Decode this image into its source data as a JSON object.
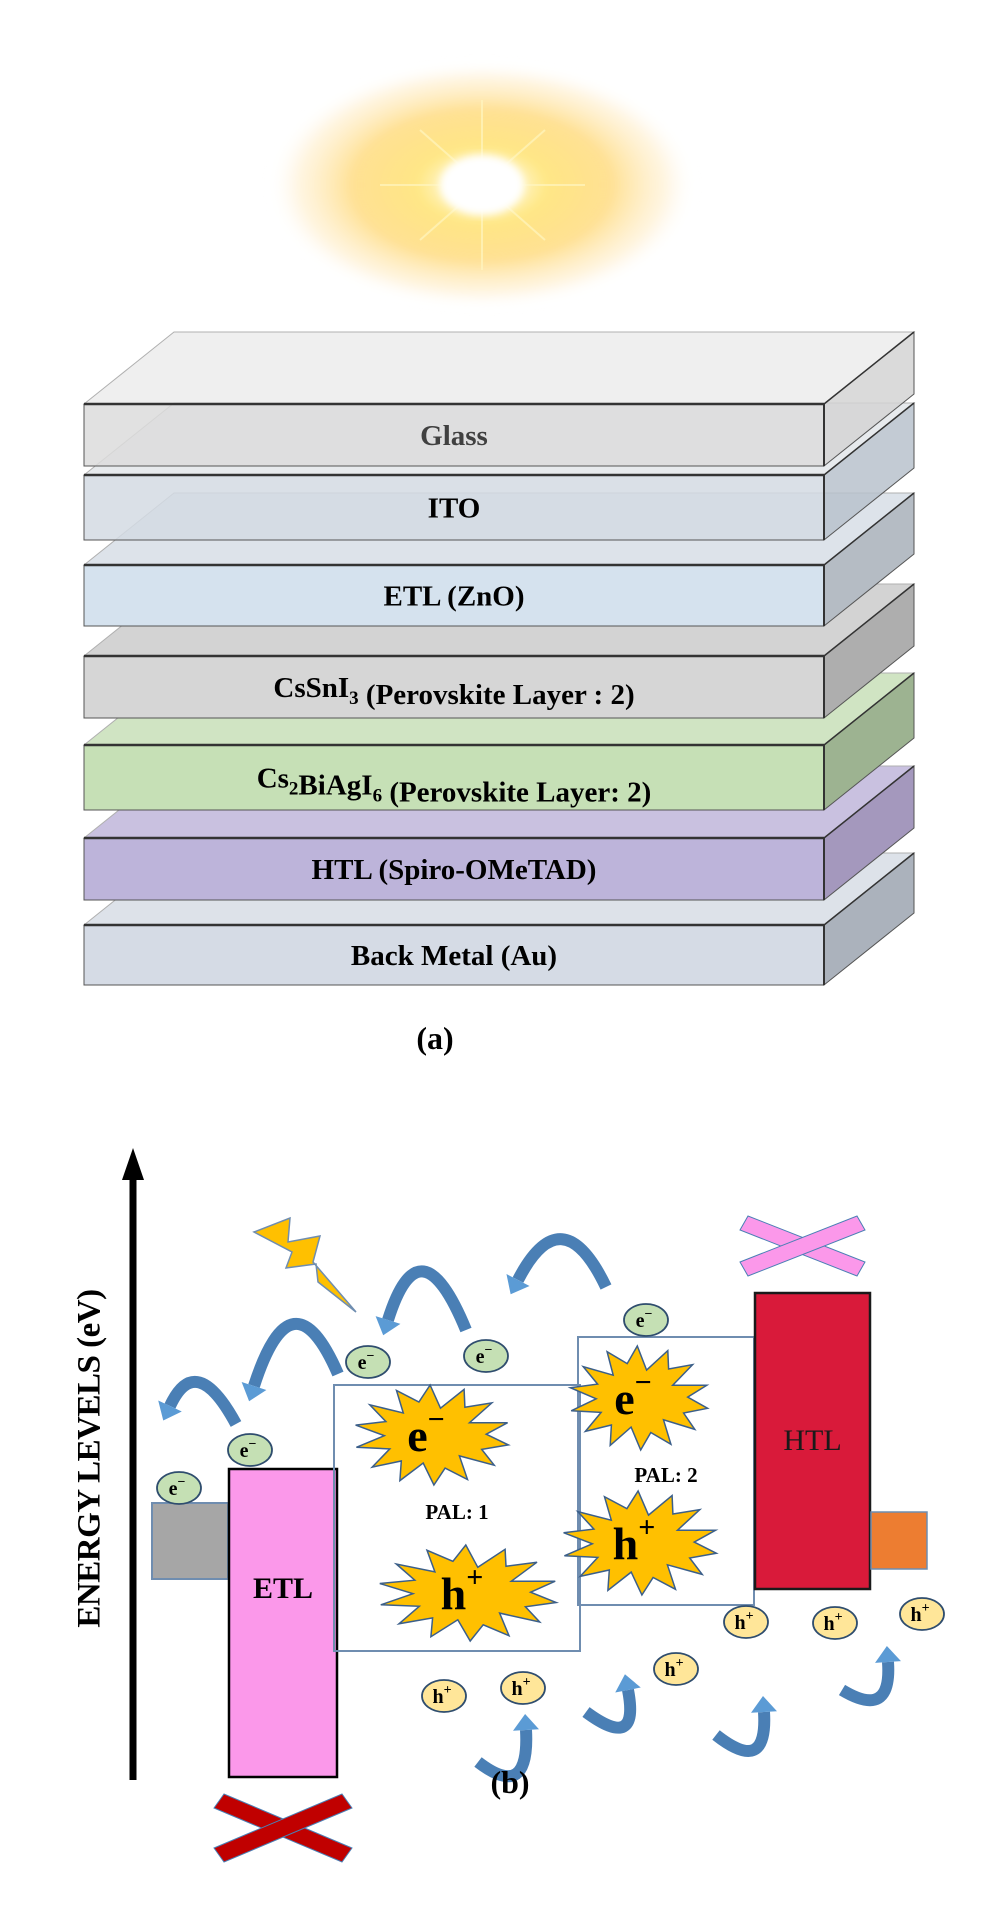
{
  "panel_a": {
    "caption": "(a)",
    "light_source": "sun-glow",
    "layers": [
      {
        "id": "glass",
        "label": "Glass",
        "sub": null,
        "rest": null,
        "color": "#dcdcdc",
        "side": "#d4d4d4",
        "top": "#ececec",
        "text_color": "#404040"
      },
      {
        "id": "ito",
        "label": "ITO",
        "sub": null,
        "rest": null,
        "color": "#d3dae3",
        "side": "#b9c2cc",
        "top": "#e3e6ea",
        "text_color": "#000000"
      },
      {
        "id": "etl",
        "label": "ETL (ZnO)",
        "sub": null,
        "rest": null,
        "color": "#d5e2ee",
        "side": "#b5bcc4",
        "top": "#dde3ea",
        "text_color": "#000000"
      },
      {
        "id": "cssni3",
        "label": "CsSnI",
        "sub": "3",
        "rest": " (Perovskite  Layer : 2)",
        "color": "#d6d6d6",
        "side": "#aeaeae",
        "top": "#d3d3d3",
        "text_color": "#000000"
      },
      {
        "id": "cs2biagi6",
        "label": "Cs",
        "sub": "2",
        "mid": "BiAgI",
        "sub2": "6",
        "rest": " (Perovskite  Layer: 2)",
        "color": "#c6e0b6",
        "side": "#9db391",
        "top": "#d0e4c3",
        "text_color": "#000000"
      },
      {
        "id": "htl",
        "label": "HTL (Spiro-OMeTAD)",
        "sub": null,
        "rest": null,
        "color": "#bdb4da",
        "side": "#a498bd",
        "top": "#c9c1e0",
        "text_color": "#000000"
      },
      {
        "id": "back_metal",
        "label": "Back Metal (Au)",
        "sub": null,
        "rest": null,
        "color": "#d5dbe5",
        "side": "#abb2bc",
        "top": "#dde2e9",
        "text_color": "#000000"
      }
    ]
  },
  "panel_b": {
    "caption": "(b)",
    "y_axis_label": "ENERGY LEVELS (eV)",
    "blocks": {
      "etl": {
        "label": "ETL",
        "color": "#fb98ea"
      },
      "htl": {
        "label": "HTL",
        "color": "#d91a3a"
      },
      "left_contact": {
        "color": "#a6a6a6"
      },
      "right_contact": {
        "color": "#ed7d31"
      },
      "pal1": {
        "label": "PAL: 1"
      },
      "pal2": {
        "label": "PAL: 2"
      }
    },
    "bursts": [
      {
        "id": "pal1-electron",
        "text": "e",
        "sup": "−"
      },
      {
        "id": "pal1-hole",
        "text": "h",
        "sup": "+"
      },
      {
        "id": "pal2-electron",
        "text": "e",
        "sup": "−"
      },
      {
        "id": "pal2-hole",
        "text": "h",
        "sup": "+"
      }
    ],
    "electron_particle": {
      "text": "e",
      "sup": "−",
      "color": "#c5e0b4"
    },
    "hole_particle": {
      "text": "h",
      "sup": "+",
      "color": "#ffe699"
    },
    "colors": {
      "burst": "#ffc000",
      "arrow": "#4a7fb5",
      "box_border": "#6f8db0",
      "block_x_etl": "#c00000",
      "block_x_htl": "#fb98ea",
      "lightning": "#ffc000"
    }
  }
}
